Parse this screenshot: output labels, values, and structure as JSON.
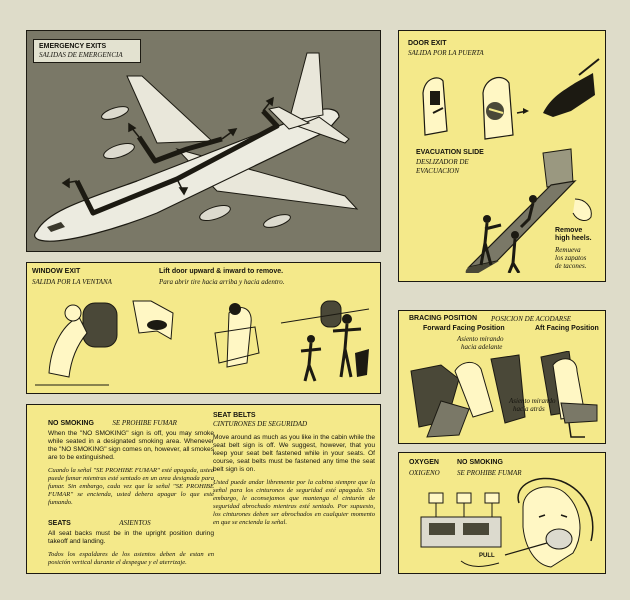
{
  "emergency_exits": {
    "title_en": "EMERGENCY EXITS",
    "title_es": "SALIDAS DE EMERGENCIA"
  },
  "door_exit": {
    "title_en": "DOOR EXIT",
    "title_es": "SALIDA POR LA PUERTA"
  },
  "evacuation_slide": {
    "title_en": "EVACUATION SLIDE",
    "title_es_1": "DESLIZADOR DE",
    "title_es_2": "EVACUACION",
    "note_en_1": "Remove",
    "note_en_2": "high heels.",
    "note_es_1": "Remueva",
    "note_es_2": "los zapatos",
    "note_es_3": "de tacones."
  },
  "window_exit": {
    "title_en": "WINDOW EXIT",
    "title_es": "SALIDA POR LA VENTANA",
    "instr_en": "Lift door upward & inward to remove.",
    "instr_es": "Para abrir tire hacia arriba y hacia adentro."
  },
  "bracing": {
    "title_en": "BRACING POSITION",
    "title_es": "POSICION DE ACODARSE",
    "forward_en": "Forward Facing Position",
    "forward_es_1": "Asiento mirando",
    "forward_es_2": "hacia adelante",
    "aft_en": "Aft Facing Position",
    "aft_es_1": "Asiento mirando",
    "aft_es_2": "hacia atrás"
  },
  "no_smoking": {
    "title_en": "NO SMOKING",
    "title_es": "SE PROHIBE FUMAR",
    "body_en": "When the \"NO SMOKING\" sign is off, you may smoke while seated in a designated smoking area. Whenever the \"NO SMOKING\" sign comes on, however, all smokes are to be extinguished.",
    "body_es": "Cuando la señal \"SE PROHIBE FUMAR\" esté apagada, usted puede fumar mientras esté sentado en un area designada para fumar. Sin embargo, cada vez que la señal \"SE PROHIBE FUMAR\" se encienda, usted debera apagar lo que esté fumando."
  },
  "seats": {
    "title_en": "SEATS",
    "title_es": "ASIENTOS",
    "body_en": "All seat backs must be in the upright position during takeoff and landing.",
    "body_es": "Todos los espaldares de los asientos deben de estan en posición vertical durante el despegue y el aterrizaje."
  },
  "seat_belts": {
    "title_en": "SEAT BELTS",
    "title_es": "CINTURONES DE SEGURIDAD",
    "body_en": "Move around as much as you like in the cabin while the seat belt sign is off. We suggest, however, that you keep your seat belt fastened while in your seats. Of course, seat belts must be fastened any time the seat belt sign is on.",
    "body_es": "Usted puede andar libremente por la cabina siempre que la señal para los cinturones de seguridad esté apagada. Sin embargo, le aconsejamos que mantenga el cinturón de seguridad abrochado mientras esté sentado. Por supuesto, los cinturones deben ser abrochados en cualquier momento en que se encienda la señal."
  },
  "oxygen": {
    "title_en": "OXYGEN",
    "title_es": "OXIGENO",
    "nosmoking_en": "NO SMOKING",
    "nosmoking_es": "SE PROHIBE FUMAR",
    "pull": "PULL"
  }
}
